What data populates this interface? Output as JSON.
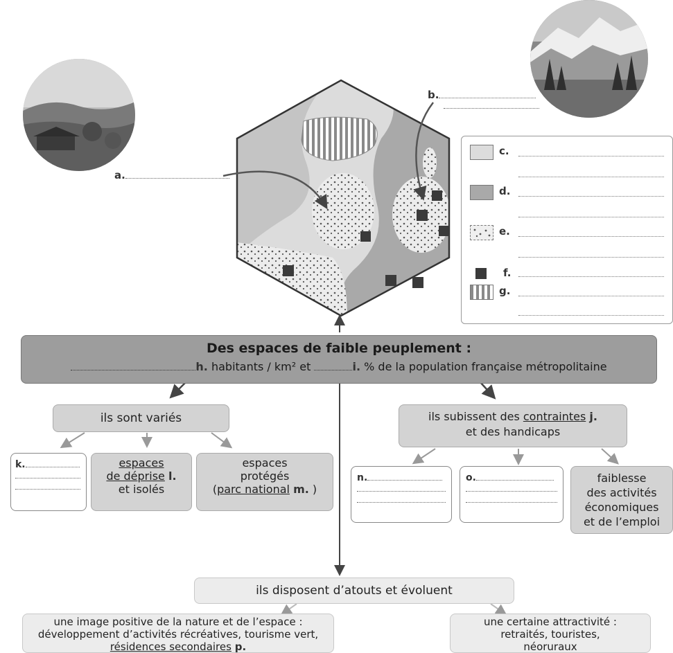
{
  "map_labels": {
    "a": "a.",
    "b": "b."
  },
  "legend": {
    "items": [
      {
        "key": "c.",
        "color": "#dcdcdc"
      },
      {
        "key": "d.",
        "color": "#a9a9a9"
      },
      {
        "key": "e.",
        "color": "#efefef"
      },
      {
        "key": "f.",
        "color": "#3a3a3a"
      },
      {
        "key": "g.",
        "color": "#ffffff"
      }
    ]
  },
  "main": {
    "title": "Des espaces de faible peuplement :",
    "h_label": "h.",
    "h_text": "habitants / km² et",
    "i_label": "i.",
    "i_text": "% de la population française métropolitaine"
  },
  "varies": {
    "title": "ils sont variés",
    "k": "k.",
    "deprise_line1": "espaces",
    "deprise_line2": "de déprise",
    "deprise_line3": "et isolés",
    "l": "l.",
    "protected_line1": "espaces",
    "protected_line2": "protégés",
    "protected_link": "parc national",
    "m": "m.",
    "open_paren": "(",
    "close_paren": ")"
  },
  "contraintes": {
    "line1_pre": "ils subissent des",
    "line1_u": "contraintes",
    "j": "j.",
    "line2": "et des handicaps",
    "n": "n.",
    "o": "o.",
    "faiblesse_lines": [
      "faiblesse",
      "des activités",
      "économiques",
      "et de l’emploi"
    ]
  },
  "atouts": {
    "title": "ils disposent d’atouts et évoluent",
    "left_lines": [
      "une image positive de la nature et de l’espace :",
      "développement d’activités récréatives, tourisme vert,"
    ],
    "left_u": "résidences secondaires",
    "p": "p.",
    "right_lines": [
      "une certaine attractivité :",
      "retraités, touristes,",
      "néoruraux"
    ]
  }
}
